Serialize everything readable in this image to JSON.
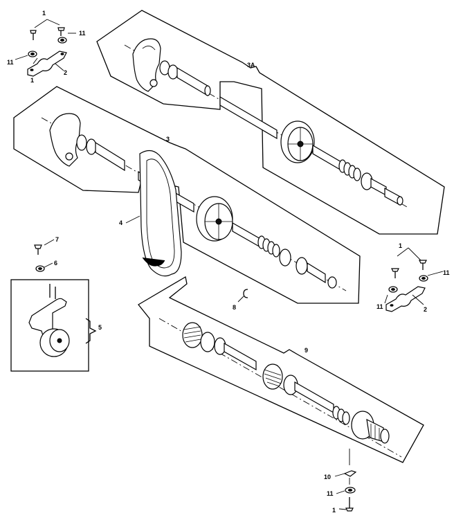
{
  "diagram": {
    "callouts": {
      "c1_top_a": "1",
      "c11_top_r": "11",
      "c11_top_l": "11",
      "c2_top": "2",
      "c1_top_b": "1",
      "c3a": "3A",
      "c3": "3",
      "c4": "4",
      "c7": "7",
      "c6": "6",
      "c5": "5",
      "c8": "8",
      "c9": "9",
      "c1_r": "1",
      "c11_r_a": "11",
      "c11_r_b": "11",
      "c2_r": "2",
      "c10_b": "10",
      "c11_b": "11",
      "c1_b": "1"
    }
  }
}
